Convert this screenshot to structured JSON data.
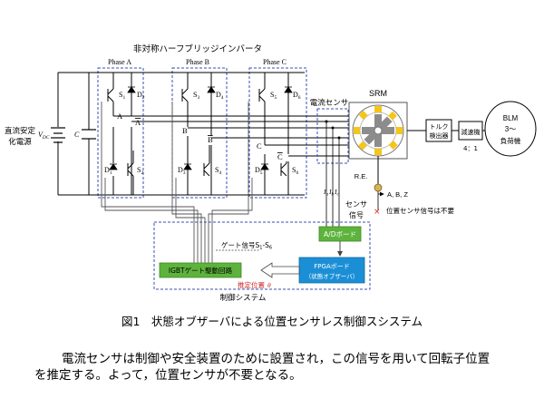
{
  "diagram": {
    "inverter_title": "非対称ハーフブリッジインバータ",
    "phase_labels": [
      "Phase A",
      "Phase B",
      "Phase C"
    ],
    "switch_labels": {
      "s1": "S",
      "s1_sub": "1",
      "s2": "S",
      "s2_sub": "2",
      "s3": "S",
      "s3_sub": "3",
      "s4": "S",
      "s4_sub": "4",
      "s5": "S",
      "s5_sub": "5",
      "s6": "S",
      "s6_sub": "6"
    },
    "diode_labels": {
      "d1": "D",
      "d1_sub": "1",
      "d2": "D",
      "d2_sub": "2",
      "d3": "D",
      "d3_sub": "3",
      "d4": "D",
      "d4_sub": "4",
      "d5": "D",
      "d5_sub": "5",
      "d6": "D",
      "d6_sub": "6"
    },
    "node_labels": {
      "a": "A",
      "a_bar": "A",
      "b": "B",
      "b_bar": "B",
      "c": "C",
      "c_bar": "C"
    },
    "dc_source_label_line1": "直流安定",
    "dc_source_label_line2": "化電源",
    "vdc_label": "V",
    "vdc_sub": "DC",
    "capacitor_label": "C",
    "current_sensor_label": "電流センサ",
    "srm_label": "SRM",
    "torque_detector_line1": "トルク",
    "torque_detector_line2": "検出器",
    "reducer_label": "減速機",
    "ratio_label": "4：1",
    "blm_line1": "BLM",
    "blm_line2": "3～",
    "blm_line3": "負荷機",
    "re_label": "R.E.",
    "abz_label": "A, B, Z",
    "position_sensor_note": "位置センサ信号は不要",
    "cross_mark": "×",
    "current_symbols": {
      "ia": "I",
      "ia_sub": "a",
      "ib": "I",
      "ib_sub": "b",
      "ic": "I",
      "ic_sub": "c"
    },
    "sensor_signal_line1": "センサ",
    "sensor_signal_line2": "信号",
    "ad_board_label": "A/Dボード",
    "gate_signal_label": "ゲート信号S",
    "gate_signal_sub": "1",
    "gate_signal_dash": "-S",
    "gate_signal_sub2": "6",
    "igbt_driver_label": "IGBTゲート駆動回路",
    "fpga_line1": "FPGAボード",
    "fpga_line2": "（状態オブザーバ）",
    "estimated_position_label": "推定位置",
    "theta_hat": "θ",
    "control_system_label": "制御システム"
  },
  "caption": "図1　状態オブザーバによる位置センサレス制御スシステム",
  "body_line1": "電流センサは制御や安全装置のために設置され，この信号を用いて回転子位置",
  "body_line2": "を推定する。よって，位置センサが不要となる。",
  "colors": {
    "dashed_box": "#3a4fb5",
    "green_box": "#5db33c",
    "blue_box": "#1b8fd6",
    "cross_red": "#e0231f",
    "stator_yellow": "#f5c518",
    "rotor_gray": "#8c8c8c"
  }
}
